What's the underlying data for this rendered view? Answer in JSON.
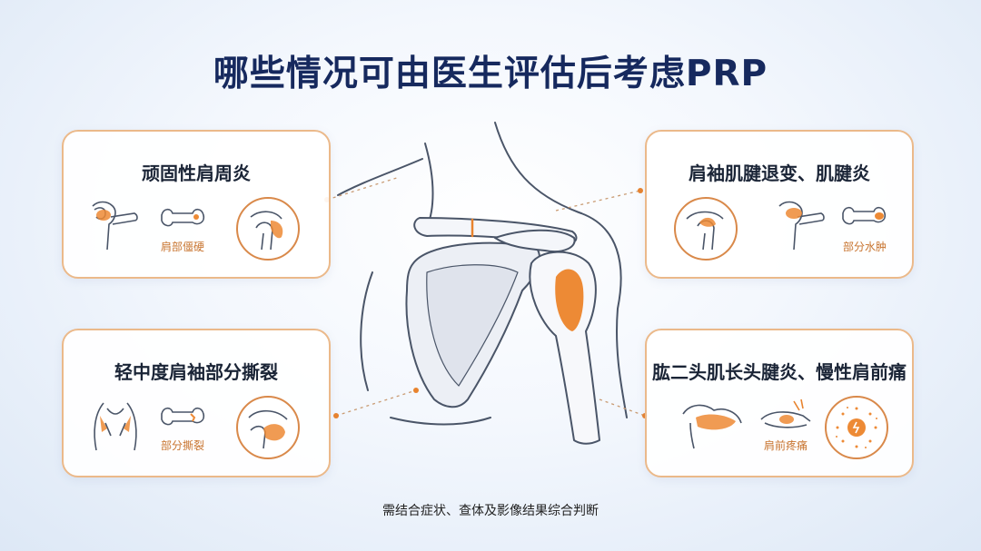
{
  "title": "哪些情况可由医生评估后考虑PRP",
  "cards": {
    "top_left": {
      "title": "顽固性肩周炎",
      "icon_label": "肩部僵硬",
      "icons": [
        "shoulder-joint-icon",
        "stiff-bone-icon",
        "shoulder-circle-icon"
      ]
    },
    "top_right": {
      "title": "肩袖肌腱退变、肌腱炎",
      "icon_label": "部分水肿",
      "icons": [
        "shoulder-circle-icon",
        "shoulder-joint-icon",
        "swollen-bone-icon"
      ]
    },
    "bottom_left": {
      "title": "轻中度肩袖部分撕裂",
      "icon_label": "部分撕裂",
      "icons": [
        "torso-icon",
        "torn-bone-icon",
        "muscle-circle-icon"
      ]
    },
    "bottom_right": {
      "title": "肱二头肌长头腱炎、慢性肩前痛",
      "icon_label": "肩前疼痛",
      "icons": [
        "biceps-icon",
        "arm-pain-icon",
        "pain-target-icon"
      ]
    }
  },
  "footer": "需结合症状、查体及影像结果综合判断",
  "colors": {
    "accent": "#e8832e",
    "card_border": "#ebb98a",
    "title": "#16295e",
    "line": "#4a5568"
  }
}
